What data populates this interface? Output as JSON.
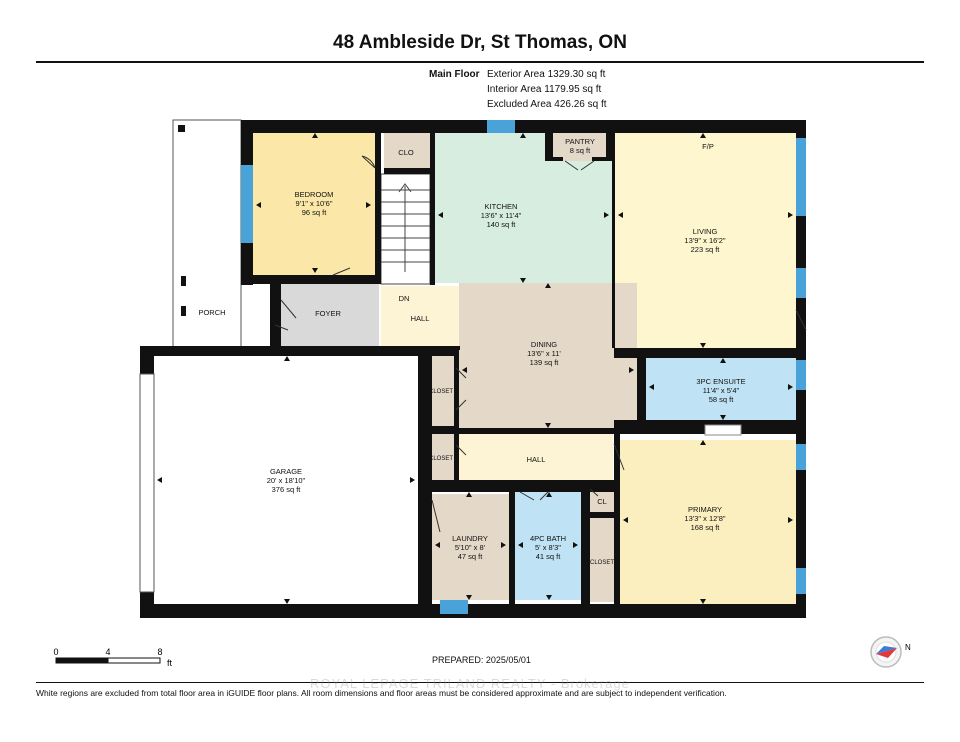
{
  "title": "48 Ambleside Dr, St Thomas, ON",
  "floor": {
    "label": "Main Floor",
    "exterior": "Exterior Area 1329.30 sq ft",
    "interior": "Interior Area 1179.95 sq ft",
    "excluded": "Excluded Area 426.26 sq ft"
  },
  "rooms": {
    "bedroom": {
      "name": "BEDROOM",
      "dims": "9'1\" x 10'6\"",
      "area": "96 sq ft"
    },
    "clo": {
      "name": "CLO"
    },
    "kitchen": {
      "name": "KITCHEN",
      "dims": "13'6\" x 11'4\"",
      "area": "140 sq ft"
    },
    "pantry": {
      "name": "PANTRY",
      "area": "8 sq ft"
    },
    "living": {
      "name": "LIVING",
      "dims": "13'9\" x 16'2\"",
      "area": "223 sq ft",
      "fp": "F/P"
    },
    "porch": {
      "name": "PORCH"
    },
    "foyer": {
      "name": "FOYER"
    },
    "hall_upper": {
      "name": "HALL",
      "dn": "DN"
    },
    "dining": {
      "name": "DINING",
      "dims": "13'6\" x 11'",
      "area": "139 sq ft"
    },
    "ensuite": {
      "name": "3PC ENSUITE",
      "dims": "11'4\" x 5'4\"",
      "area": "58 sq ft"
    },
    "closet_upper": {
      "name": "CLOSET"
    },
    "closet_mid": {
      "name": "CLOSET"
    },
    "hall_lower": {
      "name": "HALL"
    },
    "garage": {
      "name": "GARAGE",
      "dims": "20' x 18'10\"",
      "area": "376 sq ft"
    },
    "laundry": {
      "name": "LAUNDRY",
      "dims": "5'10\" x 8'",
      "area": "47 sq ft"
    },
    "bath": {
      "name": "4PC BATH",
      "dims": "5' x 8'3\"",
      "area": "41 sq ft"
    },
    "cl": {
      "name": "CL"
    },
    "closet_lower": {
      "name": "CLOSET"
    },
    "primary": {
      "name": "PRIMARY",
      "dims": "13'3\" x 12'8\"",
      "area": "168 sq ft"
    }
  },
  "scale": {
    "t0": "0",
    "t1": "4",
    "t2": "8",
    "unit": "ft"
  },
  "compass": {
    "label": "N"
  },
  "prepared": "PREPARED: 2025/05/01",
  "watermark": "ROYAL LEPAGE TRILAND REALTY - Brokerage",
  "disclaimer": "White regions are excluded from total floor area in iGUIDE floor plans. All room dimensions and floor areas must be considered approximate and are subject to independent verification.",
  "colors": {
    "wall": "#111111",
    "bedroom": "#fbe8a8",
    "kitchen": "#d6ede0",
    "living": "#fdf6cf",
    "dining": "#e4d8c8",
    "ensuite": "#bfe3f5",
    "foyer": "#d9d9d9",
    "hall": "#fdf4d6",
    "laundry": "#e4d8c8",
    "bath": "#bfe3f5",
    "primary": "#fbefc0",
    "window": "#4aa3d8"
  }
}
